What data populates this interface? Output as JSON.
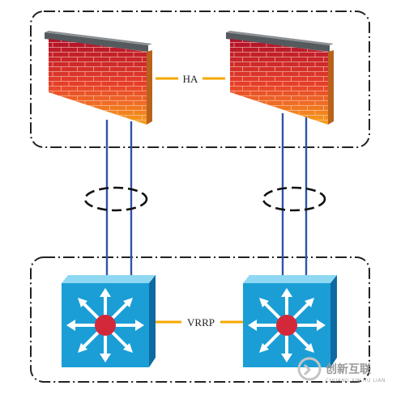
{
  "links": {
    "firewall_link_label": "HA",
    "switch_link_label": "VRRP"
  },
  "watermark": {
    "text_cn": "创新互联",
    "text_en": "CHUANG XIN HU LIAN"
  },
  "colors": {
    "link_orange": "#F5A800",
    "cable_blue": "#2D55A8",
    "switch_face": "#1B9ED6",
    "switch_top": "#7FD3F2",
    "switch_side": "#0E6FA8",
    "switch_center": "#D2283A",
    "group_border": "#222222"
  },
  "icons": {
    "firewall": "firewall-icon",
    "switch": "layer3-switch-icon",
    "aggregation": "link-aggregation-ellipse"
  }
}
